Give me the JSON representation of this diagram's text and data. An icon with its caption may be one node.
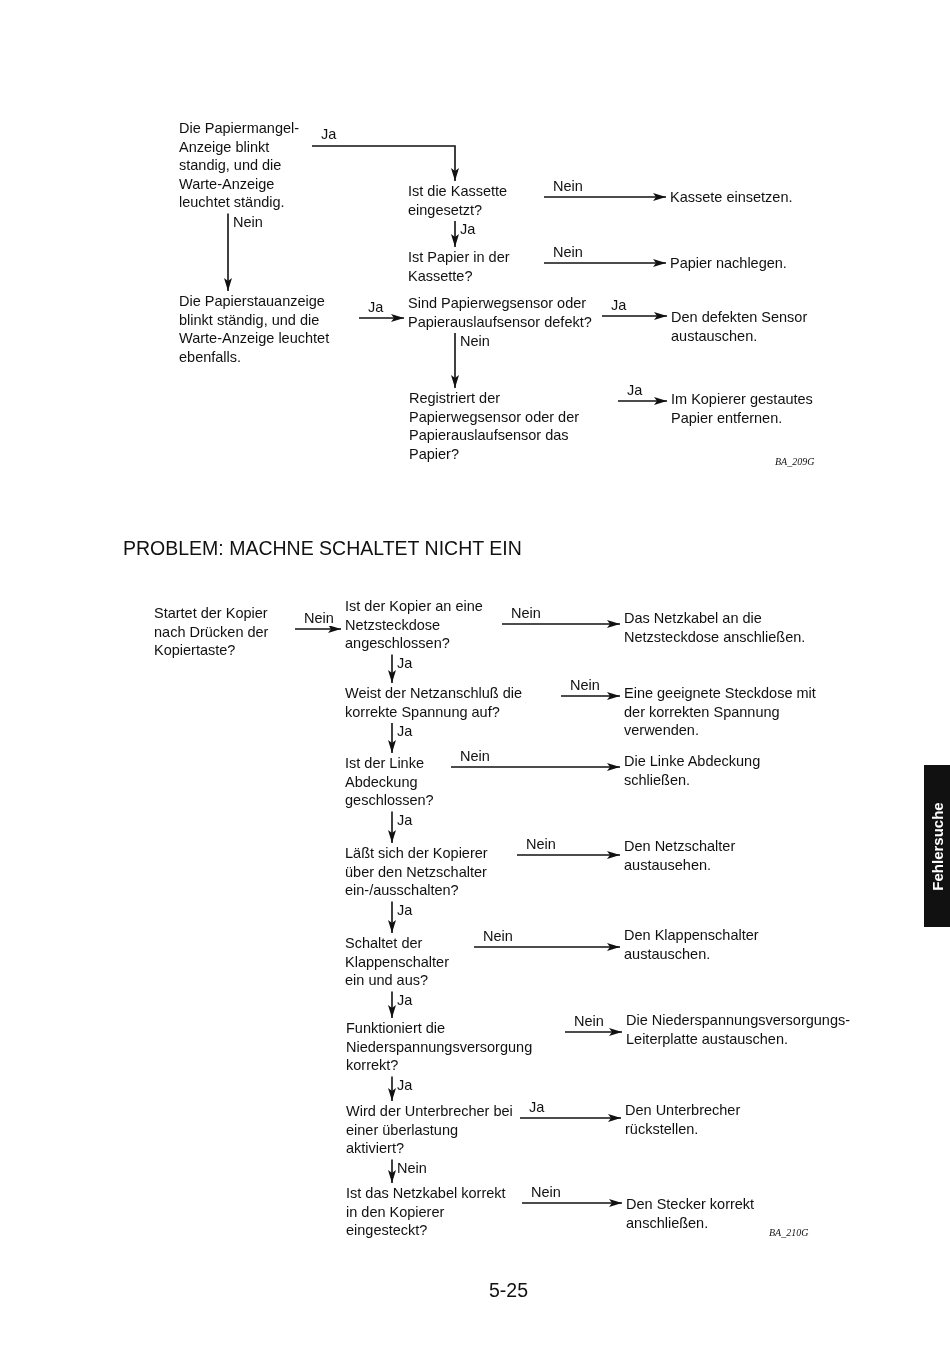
{
  "diagram": {
    "nodes": [
      {
        "text": [
          "Die Papiermangel-Anzeige blinkt standig, und die Warte-Anzeige leuchtet ständig."
        ]
      },
      {
        "text": [
          "Ist die Kassette eingesetzt?"
        ]
      },
      {
        "text": [
          "Kassete einsetzen."
        ]
      },
      {
        "text": [
          "Ist Papier in der Kassette?"
        ]
      },
      {
        "text": [
          "Papier nachlegen."
        ]
      },
      {
        "text": [
          "Die Papierstauanzeige blinkt ständig, und die Warte-Anzeige leuchtet ebenfalls."
        ]
      },
      {
        "text": [
          "Sind Papierwegsensor oder Papierauslaufsensor defekt?"
        ]
      },
      {
        "text": [
          "Den defekten Sensor austauschen."
        ]
      },
      {
        "text": [
          "Registriert der Papierwegsensor oder der Papierauslaufsensor das Papier?"
        ]
      },
      {
        "text": [
          "Im Kopierer gestautes Papier entfernen."
        ]
      },
      {
        "text": [
          "Startet der Kopier nach Drücken der Kopiertaste?"
        ]
      },
      {
        "text": [
          "Ist der Kopier an eine Netzsteckdose angeschlossen?"
        ]
      },
      {
        "text": [
          "Das Netzkabel an die Netzsteckdose anschließen."
        ]
      },
      {
        "text": [
          "Weist der Netzanschluß die korrekte Spannung auf?"
        ]
      },
      {
        "text": [
          "Eine geeignete Steckdose mit der korrekten Spannung verwenden."
        ]
      },
      {
        "text": [
          "Ist der Linke Abdeckung geschlossen?"
        ]
      },
      {
        "text": [
          "Die Linke Abdeckung schließen."
        ]
      },
      {
        "text": [
          "Läßt sich der Kopierer über den Netzschalter ein-/ausschalten?"
        ]
      },
      {
        "text": [
          "Den Netzschalter austausehen."
        ]
      },
      {
        "text": [
          "Schaltet der Klappenschalter ein und aus?"
        ]
      },
      {
        "text": [
          "Den Klappenschalter austauschen."
        ]
      },
      {
        "text": [
          "Funktioniert die Niederspannungsversorgung korrekt?"
        ]
      },
      {
        "text": [
          "Die Niederspannungsversorgungs-Leiterplatte austauschen."
        ]
      },
      {
        "text": [
          "Wird der Unterbrecher bei einer überlastung aktiviert?"
        ]
      },
      {
        "text": [
          "Den Unterbrecher rückstellen."
        ]
      },
      {
        "text": [
          "Ist das Netzkabel korrekt in den Kopierer eingesteckt?"
        ]
      },
      {
        "text": [
          "Den Stecker korrekt anschließen."
        ]
      }
    ],
    "edges": [
      {
        "from": 0,
        "to": 1,
        "arrow": "to",
        "label": "Ja"
      },
      {
        "from": 1,
        "to": 2,
        "arrow": "to",
        "label": "Nein"
      },
      {
        "from": 1,
        "to": 3,
        "arrow": "to",
        "label": "Ja"
      },
      {
        "from": 3,
        "to": 4,
        "arrow": "to",
        "label": "Nein"
      },
      {
        "from": 0,
        "to": 5,
        "arrow": "to",
        "label": "Nein"
      },
      {
        "from": 5,
        "to": 6,
        "arrow": "to",
        "label": "Ja"
      },
      {
        "from": 6,
        "to": 7,
        "arrow": "to",
        "label": "Ja"
      },
      {
        "from": 6,
        "to": 8,
        "arrow": "to",
        "label": "Nein"
      },
      {
        "from": 8,
        "to": 9,
        "arrow": "to",
        "label": "Ja"
      },
      {
        "from": 10,
        "to": 11,
        "arrow": "to",
        "label": "Nein"
      },
      {
        "from": 11,
        "to": 12,
        "arrow": "to",
        "label": "Nein"
      },
      {
        "from": 11,
        "to": 13,
        "arrow": "to",
        "label": "Ja"
      },
      {
        "from": 13,
        "to": 14,
        "arrow": "to",
        "label": "Nein"
      },
      {
        "from": 13,
        "to": 15,
        "arrow": "to",
        "label": "Ja"
      },
      {
        "from": 15,
        "to": 16,
        "arrow": "to",
        "label": "Nein"
      },
      {
        "from": 15,
        "to": 17,
        "arrow": "to",
        "label": "Ja"
      },
      {
        "from": 17,
        "to": 18,
        "arrow": "to",
        "label": "Nein"
      },
      {
        "from": 17,
        "to": 19,
        "arrow": "to",
        "label": "Ja"
      },
      {
        "from": 19,
        "to": 20,
        "arrow": "to",
        "label": "Nein"
      },
      {
        "from": 19,
        "to": 21,
        "arrow": "to",
        "label": "Ja"
      },
      {
        "from": 21,
        "to": 22,
        "arrow": "to",
        "label": "Nein"
      },
      {
        "from": 21,
        "to": 23,
        "arrow": "to",
        "label": "Ja"
      },
      {
        "from": 23,
        "to": 24,
        "arrow": "to",
        "label": "Ja"
      },
      {
        "from": 23,
        "to": 25,
        "arrow": "to",
        "label": "Nein"
      },
      {
        "from": 25,
        "to": 26,
        "arrow": "to",
        "label": "Nein"
      }
    ],
    "labels": [
      "BA_209G",
      "PROBLEM: MACHNE SCHALTET NICHT EIN",
      "Fehlersuche",
      "BA_210G",
      "5-25"
    ]
  }
}
